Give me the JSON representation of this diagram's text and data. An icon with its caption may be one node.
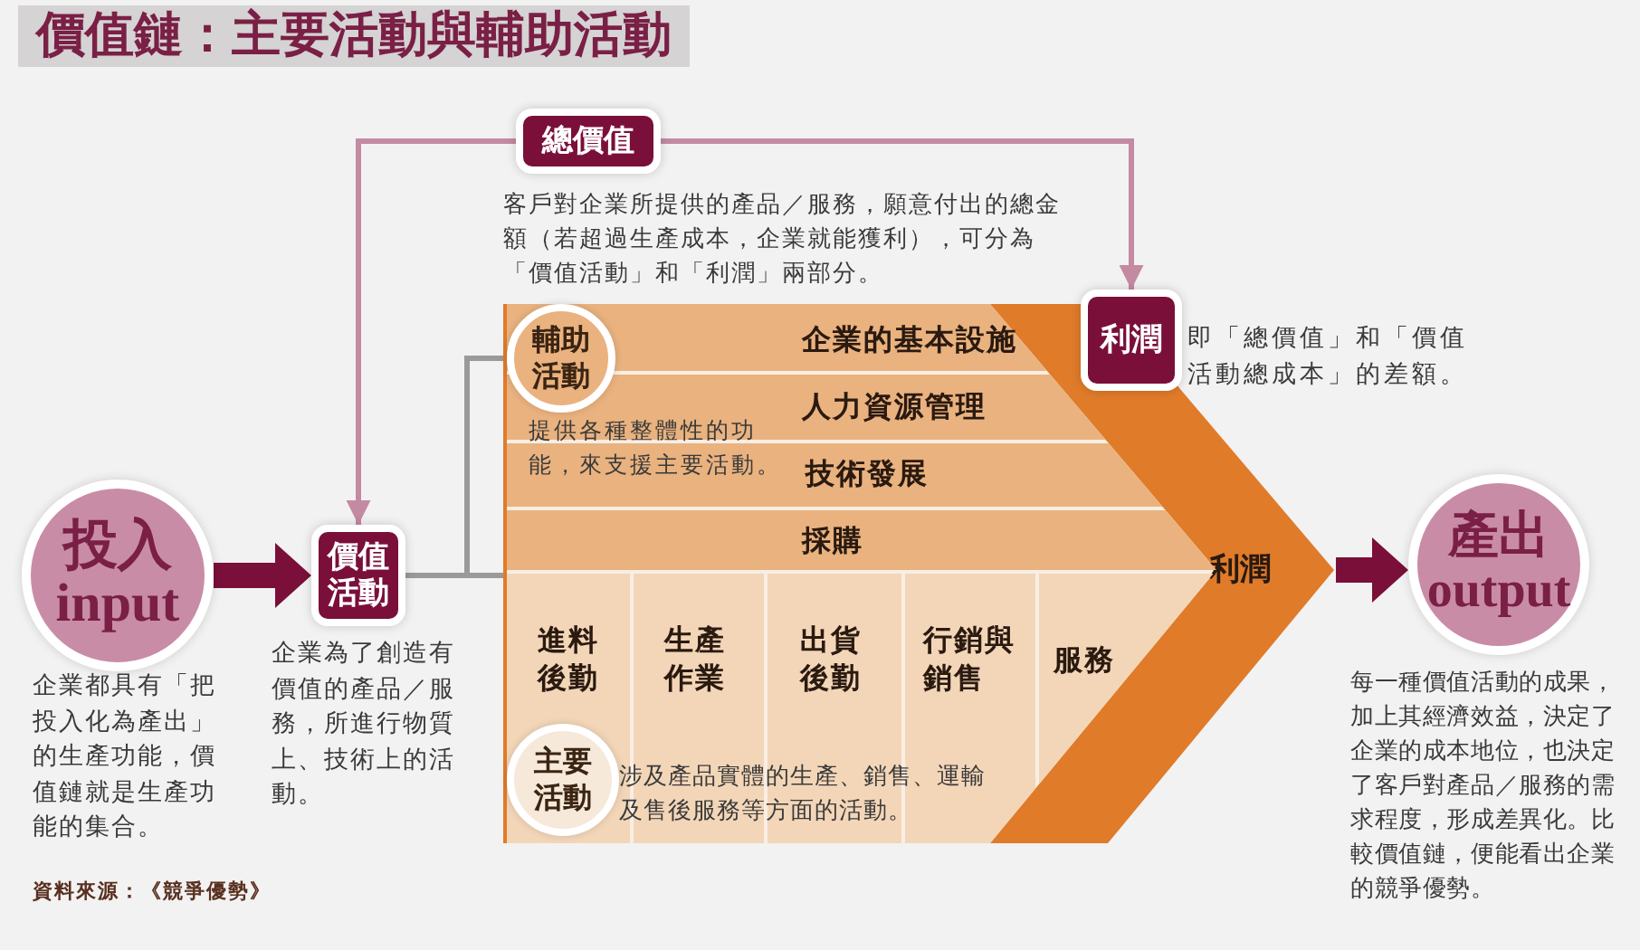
{
  "diagram": {
    "title": "價值鏈：主要活動與輔助活動",
    "nodes": [
      {
        "text": [
          "總價值"
        ],
        "beside": [
          "客戶對企業所提供的產品／服務，願意付出的總金額（若超過生產成本，企業就能獲利），可分為「價值活動」和「利潤」兩部分。"
        ]
      },
      {
        "text": [
          "價值活動"
        ],
        "beside": [
          "企業為了創造有價值的產品／服務，所進行物質上、技術上的活動。"
        ]
      },
      {
        "text": [
          "利潤"
        ],
        "beside": [
          "即「總價值」和「價值活動總成本」的差額。"
        ]
      },
      {
        "text": [
          "投入 input"
        ],
        "beside": [
          "企業都具有「把投入化為產出」的生產功能，價值鏈就是生產功能的集合。"
        ]
      },
      {
        "text": [
          "產出 output"
        ],
        "beside": [
          "每一種價值活動的成果，加上其經濟效益，決定了企業的成本地位，也決定了客戶對產品／服務的需求程度，形成差異化。比較價值鏈，便能看出企業的競爭優勢。"
        ]
      },
      {
        "text": [
          "利潤"
        ]
      },
      {
        "text": [
          "輔助活動"
        ],
        "in": 5,
        "beside": [
          "提供各種整體性的功能，來支援主要活動。"
        ]
      },
      {
        "text": [
          "企業的基本設施"
        ],
        "in": 5
      },
      {
        "text": [
          "人力資源管理"
        ],
        "in": 5
      },
      {
        "text": [
          "技術發展"
        ],
        "in": 5
      },
      {
        "text": [
          "採購"
        ],
        "in": 5
      },
      {
        "text": [
          "進料後勤"
        ],
        "in": 5
      },
      {
        "text": [
          "生產作業"
        ],
        "in": 5
      },
      {
        "text": [
          "出貨後勤"
        ],
        "in": 5
      },
      {
        "text": [
          "行銷與銷售"
        ],
        "in": 5
      },
      {
        "text": [
          "服務"
        ],
        "in": 5
      },
      {
        "text": [
          "主要活動"
        ],
        "in": 11,
        "beside": [
          "涉及產品實體的生產、銷售、運輸及售後服務等方面的活動。"
        ]
      }
    ],
    "edges": [
      {
        "from": 0,
        "to": 1,
        "arrow": "to",
        "color": "#c48aa2"
      },
      {
        "from": 0,
        "to": 2,
        "arrow": "to",
        "color": "#c48aa2"
      },
      {
        "from": 3,
        "to": 1,
        "arrow": "to",
        "style": "thick",
        "color": "#7a0f3a"
      },
      {
        "from": 5,
        "to": 4,
        "arrow": "to",
        "style": "thick",
        "color": "#7a0f3a"
      },
      {
        "from": 1,
        "to": 6,
        "arrow": "none",
        "color": "#9a9a9a"
      },
      {
        "from": 1,
        "to": 16,
        "arrow": "none",
        "color": "#9a9a9a"
      }
    ],
    "labels": [
      "資料來源：《競爭優勢》"
    ]
  }
}
